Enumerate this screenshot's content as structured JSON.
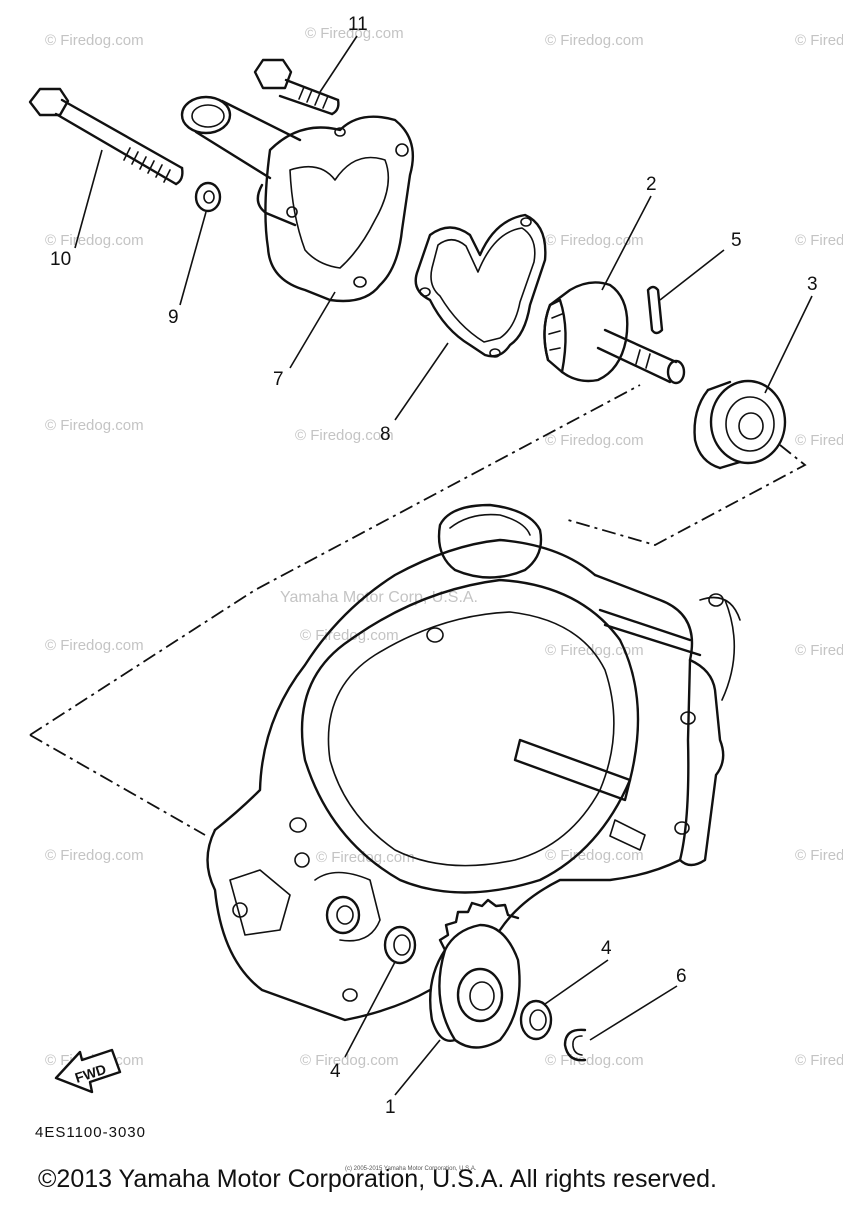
{
  "diagram": {
    "part_labels": [
      "11",
      "2",
      "5",
      "3",
      "10",
      "9",
      "7",
      "8",
      "4",
      "6",
      "4",
      "1"
    ],
    "center_watermark": "Yamaha Motor Corp, U.S.A.",
    "repeating_watermark": "© Firedog.com",
    "fwd_label": "FWD",
    "part_code": "4ES1100-3030",
    "small_credit": "(c) 2005-2015 Yamaha Motor Corporation, U.S.A.",
    "copyright": "©2013 Yamaha Motor Corporation, U.S.A. All rights reserved."
  }
}
